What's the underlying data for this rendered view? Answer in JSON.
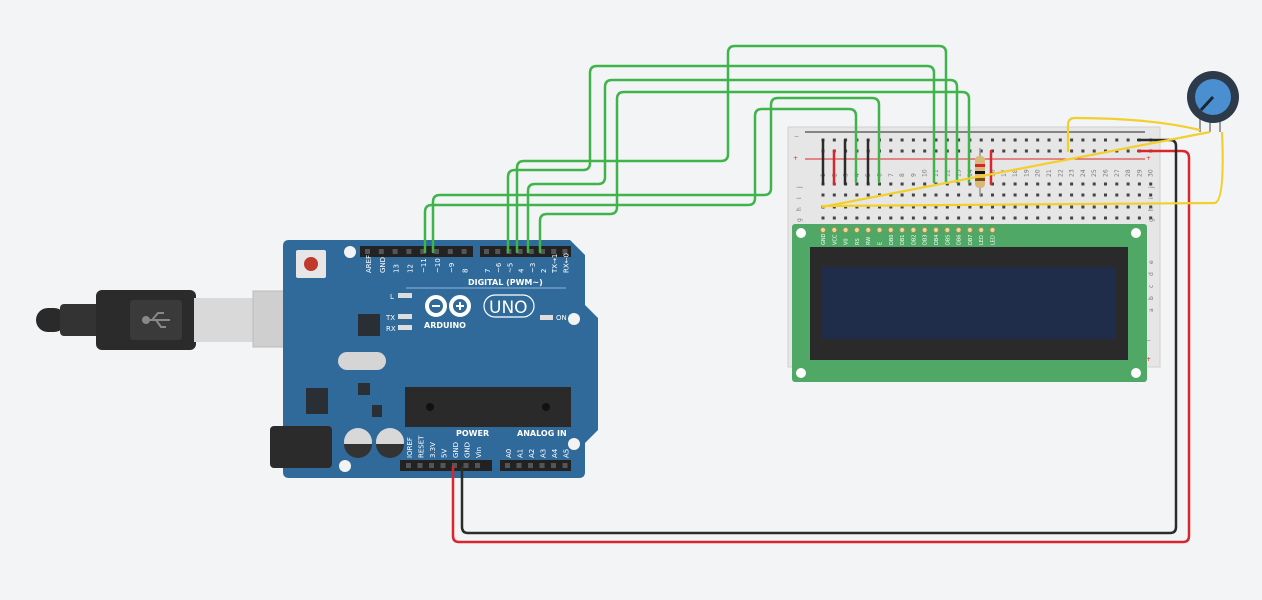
{
  "arduino": {
    "brand": "ARDUINO",
    "model": "UNO",
    "digital_label": "DIGITAL (PWM~)",
    "power_label": "POWER",
    "analog_label": "ANALOG IN",
    "on_label": "ON",
    "led_labels": [
      "L",
      "TX",
      "RX"
    ],
    "digital_pins_left": [
      "AREF",
      "GND",
      "13",
      "12",
      "~11",
      "~10",
      "~9",
      "8"
    ],
    "digital_pins_right": [
      "7",
      "~6",
      "~5",
      "4",
      "~3",
      "2",
      "TX→1",
      "RX←0"
    ],
    "power_pins": [
      "IOREF",
      "RESET",
      "3.3V",
      "5V",
      "GND",
      "GND",
      "Vin"
    ],
    "analog_pins": [
      "A0",
      "A1",
      "A2",
      "A3",
      "A4",
      "A5"
    ]
  },
  "breadboard": {
    "rail_minus": "−",
    "rail_plus": "+",
    "row_letters_top": [
      "j",
      "i",
      "h",
      "g"
    ],
    "row_letters_bottom": [
      "e",
      "d",
      "c",
      "b",
      "a"
    ],
    "columns": [
      "1",
      "2",
      "3",
      "4",
      "5",
      "6",
      "7",
      "8",
      "9",
      "10",
      "11",
      "12",
      "13",
      "14",
      "15",
      "16",
      "17",
      "18",
      "19",
      "20",
      "21",
      "22",
      "23",
      "24",
      "25",
      "26",
      "27",
      "28",
      "29",
      "30"
    ]
  },
  "lcd": {
    "pins": [
      "GND",
      "VCC",
      "V0",
      "RS",
      "RW",
      "E",
      "DB0",
      "DB1",
      "DB2",
      "DB3",
      "DB4",
      "DB5",
      "DB6",
      "DB7",
      "LED",
      "LED"
    ]
  },
  "colors": {
    "board": "#2f6a9b",
    "wire_green": "#3fb44a",
    "wire_red": "#d9262c",
    "wire_black": "#2b2b2b",
    "wire_yellow": "#f2cf2a",
    "lcd_pcb": "#4fa866",
    "lcd_screen": "#1f2d4a",
    "pot_knob": "#4a8fd0"
  }
}
